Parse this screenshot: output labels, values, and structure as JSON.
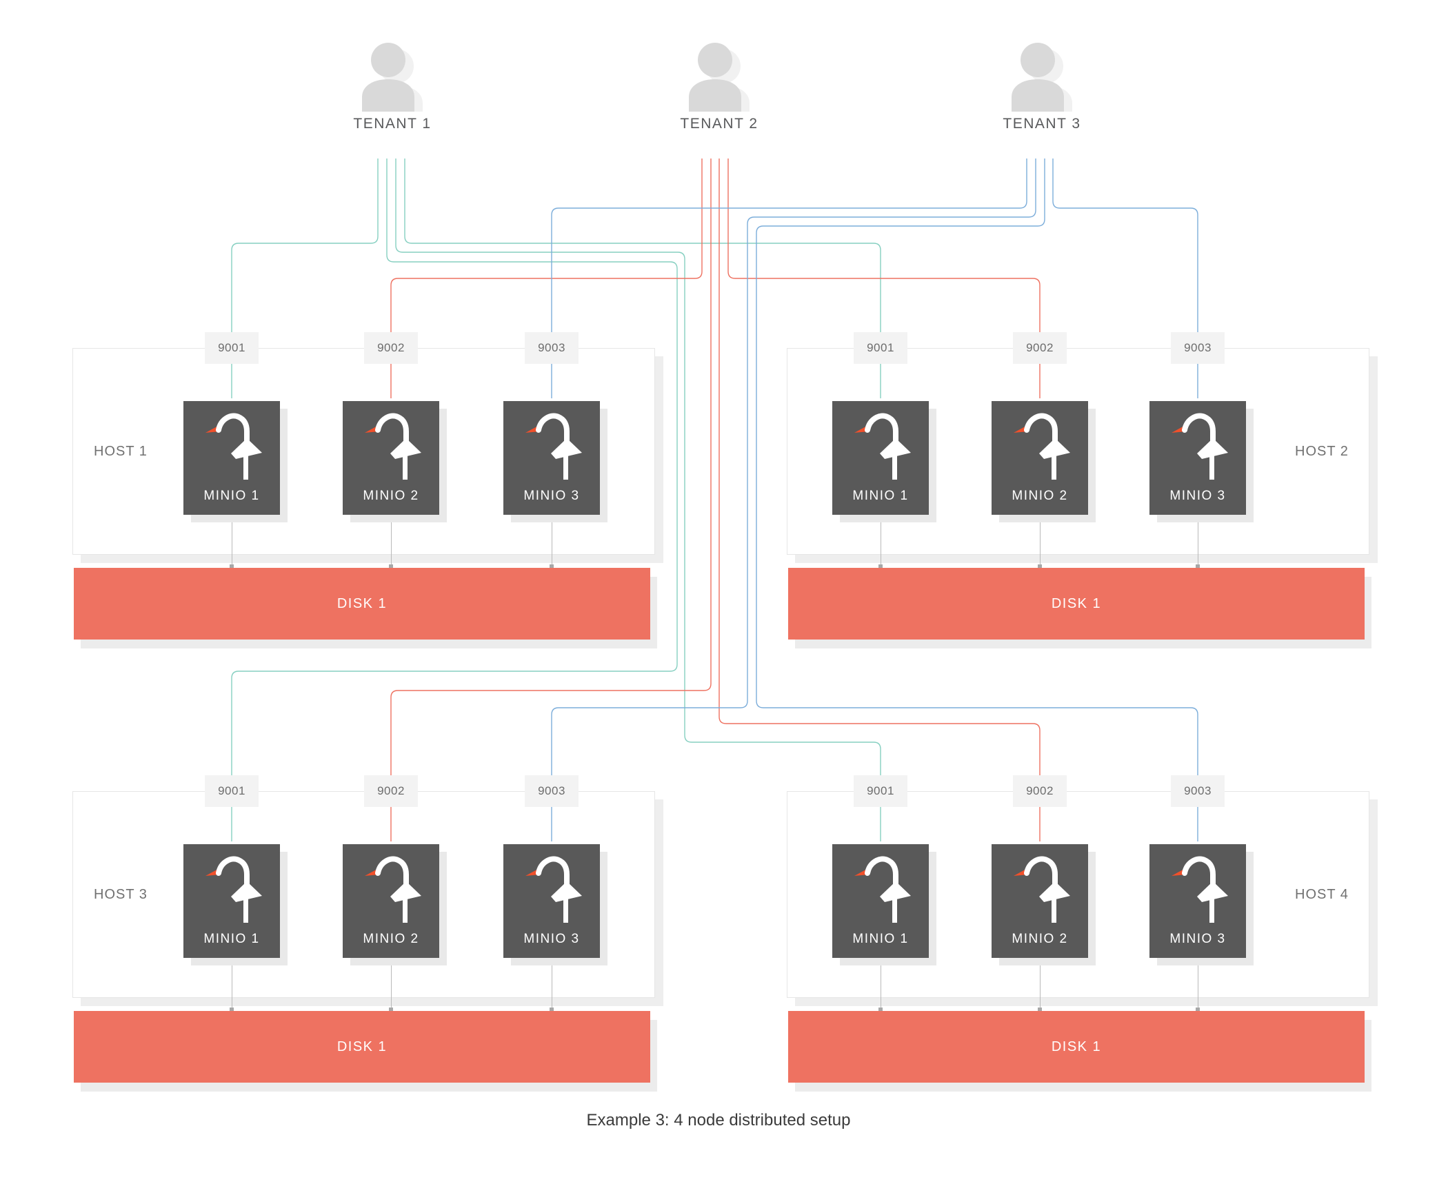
{
  "diagram": {
    "caption": "Example 3: 4 node distributed setup",
    "tenants": [
      {
        "label": "TENANT 1",
        "color": "#85cfc0"
      },
      {
        "label": "TENANT 2",
        "color": "#ee7160"
      },
      {
        "label": "TENANT 3",
        "color": "#7cadda"
      }
    ],
    "hosts": [
      {
        "label": "HOST 1",
        "label_side": "left",
        "ports": [
          "9001",
          "9002",
          "9003"
        ],
        "nodes": [
          "MINIO 1",
          "MINIO 2",
          "MINIO 3"
        ],
        "disk_label": "DISK 1"
      },
      {
        "label": "HOST 2",
        "label_side": "right",
        "ports": [
          "9001",
          "9002",
          "9003"
        ],
        "nodes": [
          "MINIO 1",
          "MINIO 2",
          "MINIO 3"
        ],
        "disk_label": "DISK 1"
      },
      {
        "label": "HOST 3",
        "label_side": "left",
        "ports": [
          "9001",
          "9002",
          "9003"
        ],
        "nodes": [
          "MINIO 1",
          "MINIO 2",
          "MINIO 3"
        ],
        "disk_label": "DISK 1"
      },
      {
        "label": "HOST 4",
        "label_side": "right",
        "ports": [
          "9001",
          "9002",
          "9003"
        ],
        "nodes": [
          "MINIO 1",
          "MINIO 2",
          "MINIO 3"
        ],
        "disk_label": "DISK 1"
      }
    ],
    "connections": [
      {
        "from": "TENANT 1",
        "to_host": "HOST 1",
        "to_port": "9001",
        "color": "#85cfc0"
      },
      {
        "from": "TENANT 1",
        "to_host": "HOST 2",
        "to_port": "9001",
        "color": "#85cfc0"
      },
      {
        "from": "TENANT 1",
        "to_host": "HOST 3",
        "to_port": "9001",
        "color": "#85cfc0"
      },
      {
        "from": "TENANT 1",
        "to_host": "HOST 4",
        "to_port": "9001",
        "color": "#85cfc0"
      },
      {
        "from": "TENANT 2",
        "to_host": "HOST 1",
        "to_port": "9002",
        "color": "#ee7160"
      },
      {
        "from": "TENANT 2",
        "to_host": "HOST 2",
        "to_port": "9002",
        "color": "#ee7160"
      },
      {
        "from": "TENANT 2",
        "to_host": "HOST 3",
        "to_port": "9002",
        "color": "#ee7160"
      },
      {
        "from": "TENANT 2",
        "to_host": "HOST 4",
        "to_port": "9002",
        "color": "#ee7160"
      },
      {
        "from": "TENANT 3",
        "to_host": "HOST 1",
        "to_port": "9003",
        "color": "#7cadda"
      },
      {
        "from": "TENANT 3",
        "to_host": "HOST 2",
        "to_port": "9003",
        "color": "#7cadda"
      },
      {
        "from": "TENANT 3",
        "to_host": "HOST 3",
        "to_port": "9003",
        "color": "#7cadda"
      },
      {
        "from": "TENANT 3",
        "to_host": "HOST 4",
        "to_port": "9003",
        "color": "#7cadda"
      }
    ],
    "colors": {
      "tenant1_line": "#85cfc0",
      "tenant2_line": "#ee7160",
      "tenant3_line": "#7cadda",
      "disk_bar": "#ee7261",
      "minio_box": "#595959",
      "minio_beak": "#f0502b"
    }
  }
}
